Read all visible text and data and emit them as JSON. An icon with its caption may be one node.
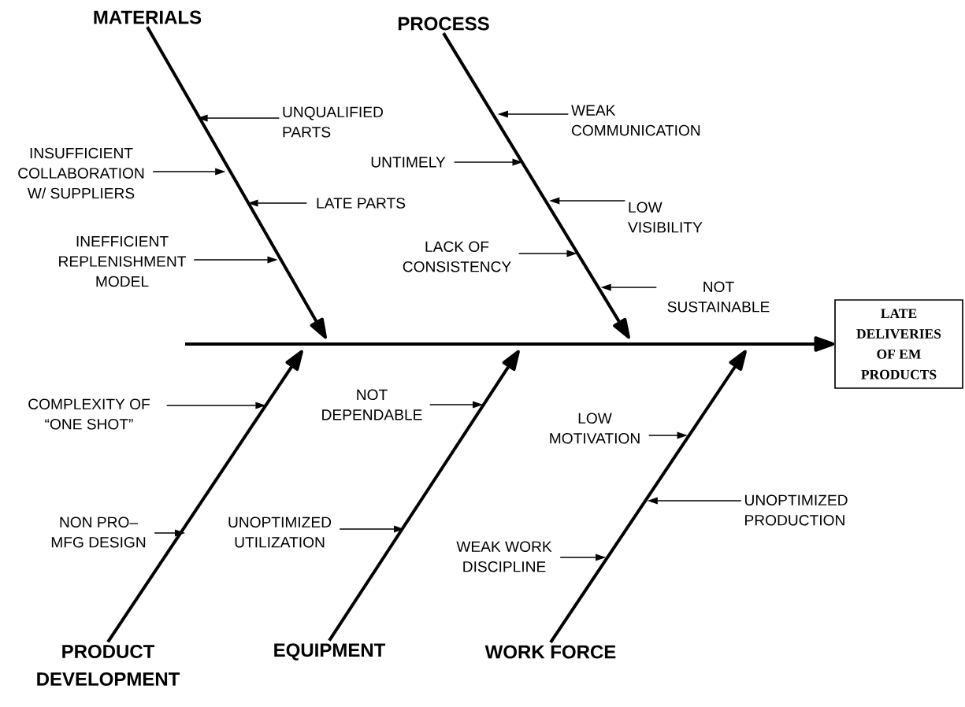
{
  "diagram": {
    "nodes": [
      {
        "text": [
          "MATERIALS"
        ]
      },
      {
        "text": [
          "PROCESS"
        ]
      },
      {
        "text": [
          "UNQUALIFIED PARTS"
        ]
      },
      {
        "text": [
          "WEAK COMMUNICATION"
        ]
      },
      {
        "text": [
          "INSUFFICIENT COLLABORATION W/ SUPPLIERS"
        ]
      },
      {
        "text": [
          "UNTIMELY"
        ]
      },
      {
        "text": [
          "LATE PARTS"
        ]
      },
      {
        "text": [
          "LOW VISIBILITY"
        ]
      },
      {
        "text": [
          "LACK OF CONSISTENCY"
        ]
      },
      {
        "text": [
          "INEFFICIENT REPLENISHMENT MODEL"
        ]
      },
      {
        "text": [
          "NOT SUSTAINABLE"
        ]
      },
      {
        "text": [
          "LATE DELIVERIES OF EM PRODUCTS"
        ]
      },
      {
        "text": [
          "COMPLEXITY OF “ONE SHOT”"
        ]
      },
      {
        "text": [
          "NOT DEPENDABLE"
        ]
      },
      {
        "text": [
          "LOW MOTIVATION"
        ]
      },
      {
        "text": [
          "UNOPTIMIZED PRODUCTION"
        ]
      },
      {
        "text": [
          "NON PRO– MFG DESIGN"
        ]
      },
      {
        "text": [
          "UNOPTIMIZED UTILIZATION"
        ]
      },
      {
        "text": [
          "WEAK WORK DISCIPLINE"
        ]
      },
      {
        "text": [
          "PRODUCT DEVELOPMENT"
        ]
      },
      {
        "text": [
          "EQUIPMENT"
        ]
      },
      {
        "text": [
          "WORK FORCE"
        ]
      }
    ],
    "edges": [
      {
        "from": null,
        "to": 11,
        "arrow": "to",
        "style": "thick"
      },
      {
        "from": 0,
        "to": null,
        "arrow": "to",
        "style": "thick"
      },
      {
        "from": 1,
        "to": null,
        "arrow": "to",
        "style": "thick"
      },
      {
        "from": 19,
        "to": null,
        "arrow": "to",
        "style": "thick"
      },
      {
        "from": 20,
        "to": null,
        "arrow": "to",
        "style": "thick"
      },
      {
        "from": 21,
        "to": null,
        "arrow": "to",
        "style": "thick"
      },
      {
        "from": 2,
        "to": null,
        "arrow": "to"
      },
      {
        "from": 3,
        "to": null,
        "arrow": "to"
      },
      {
        "from": 4,
        "to": null,
        "arrow": "to"
      },
      {
        "from": 5,
        "to": null,
        "arrow": "to"
      },
      {
        "from": 6,
        "to": null,
        "arrow": "to"
      },
      {
        "from": 7,
        "to": null,
        "arrow": "to"
      },
      {
        "from": 8,
        "to": null,
        "arrow": "to"
      },
      {
        "from": 9,
        "to": null,
        "arrow": "to"
      },
      {
        "from": 10,
        "to": null,
        "arrow": "to"
      },
      {
        "from": 12,
        "to": null,
        "arrow": "to"
      },
      {
        "from": 13,
        "to": null,
        "arrow": "to"
      },
      {
        "from": 14,
        "to": null,
        "arrow": "to"
      },
      {
        "from": 15,
        "to": null,
        "arrow": "to"
      },
      {
        "from": 16,
        "to": null,
        "arrow": "to"
      },
      {
        "from": 17,
        "to": null,
        "arrow": "to"
      },
      {
        "from": 18,
        "to": null,
        "arrow": "to"
      }
    ]
  }
}
